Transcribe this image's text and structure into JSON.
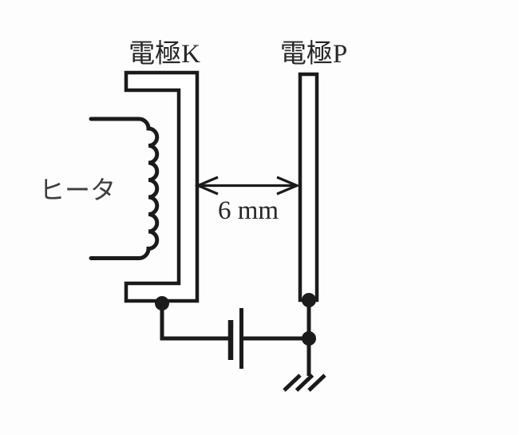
{
  "figure": {
    "type": "physics-circuit-diagram",
    "labels": {
      "electrode_k": "電極K",
      "electrode_p": "電極P",
      "heater": "ヒータ",
      "gap": "6 mm"
    },
    "colors": {
      "line": "#1b1b1b",
      "label_text": "#262626",
      "heater_text": "#3d3d3d",
      "background": "#fdfdfd"
    }
  }
}
